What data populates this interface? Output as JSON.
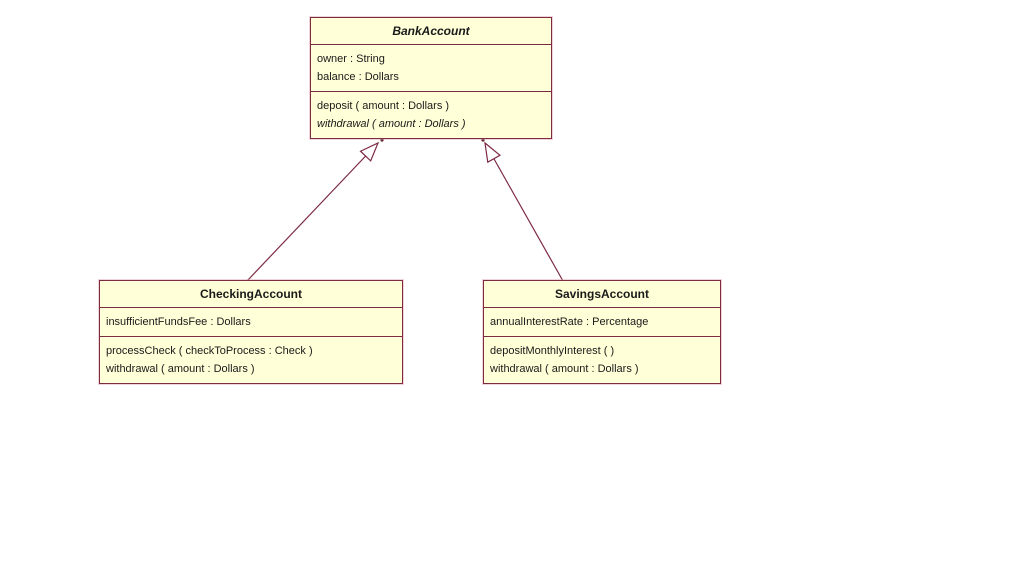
{
  "diagram_type": "uml-class-diagram",
  "colors": {
    "class_fill": "#FFFFD8",
    "class_border": "#7C2B43",
    "edge_line": "#7C2B43",
    "background": "#FFFFFF",
    "text": "#1A1A1A"
  },
  "classes": [
    {
      "name": "BankAccount",
      "abstract": true,
      "attributes": [
        "owner : String",
        "balance : Dollars"
      ],
      "methods": [
        "deposit ( amount : Dollars )",
        "withdrawal ( amount : Dollars )"
      ],
      "abstract_methods": [
        "withdrawal ( amount : Dollars )"
      ]
    },
    {
      "name": "CheckingAccount",
      "abstract": false,
      "attributes": [
        "insufficientFundsFee : Dollars"
      ],
      "methods": [
        "processCheck ( checkToProcess : Check )",
        "withdrawal ( amount : Dollars )"
      ]
    },
    {
      "name": "SavingsAccount",
      "abstract": false,
      "attributes": [
        "annualInterestRate : Percentage"
      ],
      "methods": [
        "depositMonthlyInterest ( )",
        "withdrawal ( amount : Dollars )"
      ]
    }
  ],
  "relationships": [
    {
      "type": "generalization",
      "from": "CheckingAccount",
      "to": "BankAccount"
    },
    {
      "type": "generalization",
      "from": "SavingsAccount",
      "to": "BankAccount"
    }
  ]
}
